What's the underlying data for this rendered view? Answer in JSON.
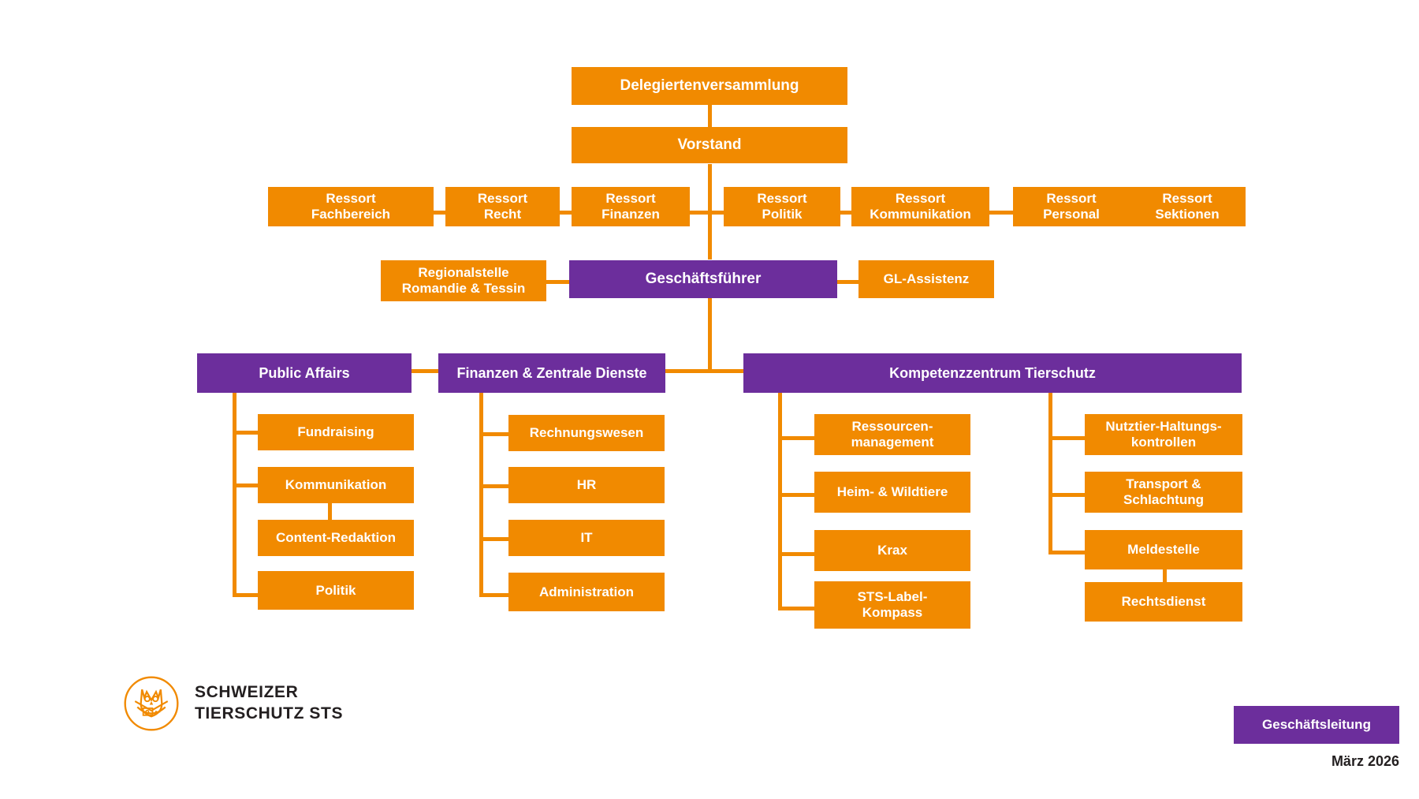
{
  "meta": {
    "title": "Schweizer Tierschutz STS — Organigramm",
    "date": "März 2026",
    "colors": {
      "orange": "#F18A00",
      "purple": "#6C2E9C",
      "text_dark": "#231f20"
    }
  },
  "logo": {
    "icon": "owl-logo-icon",
    "line1": "SCHWEIZER",
    "line2": "TIERSCHUTZ STS",
    "text": "SCHWEIZER\nTIERSCHUTZ STS"
  },
  "legend": {
    "geschaeftsleitung_label": "Geschäftsleitung",
    "date_label": "März 2026"
  },
  "nodes": {
    "delegiertenversammlung": "Delegiertenversammlung",
    "vorstand": "Vorstand",
    "geschaeftsfuehrer": "Geschäftsführer",
    "regionalstelle": "Regionalstelle\nRomandie & Tessin",
    "gl_assistenz": "GL-Assistenz"
  },
  "ressorts": [
    {
      "label": "Ressort\nFachbereich"
    },
    {
      "label": "Ressort\nRecht"
    },
    {
      "label": "Ressort\nFinanzen"
    },
    {
      "label": "Ressort\nPolitik"
    },
    {
      "label": "Ressort\nKommunikation"
    },
    {
      "label": "Ressort\nPersonal"
    },
    {
      "label": "Ressort\nSektionen"
    }
  ],
  "divisions": {
    "public_affairs": {
      "label": "Public Affairs",
      "children": [
        "Fundraising",
        "Kommunikation",
        "Content-Redaktion",
        "Politik"
      ]
    },
    "finanzen_zentrale_dienste": {
      "label": "Finanzen & Zentrale Dienste",
      "children": [
        "Rechnungswesen",
        "HR",
        "IT",
        "Administration"
      ]
    },
    "kompetenzzentrum_tierschutz": {
      "label": "Kompetenzzentrum Tierschutz",
      "children_left": [
        "Ressourcen-\nmanagement",
        "Heim- & Wildtiere",
        "Krax",
        "STS-Label-\nKompass"
      ],
      "children_right": [
        "Nutztier-Haltungs-\nkontrollen",
        "Transport &\nSchlachtung",
        "Meldestelle",
        "Rechtsdienst"
      ]
    }
  },
  "chart_data": {
    "type": "diagram",
    "diagram_type": "organizational-chart",
    "title": "Organigramm Schweizer Tierschutz STS",
    "date": "März 2026",
    "legend": [
      {
        "color": "#6C2E9C",
        "label": "Geschäftsleitung"
      }
    ],
    "levels": [
      {
        "level": 1,
        "nodes": [
          "Delegiertenversammlung"
        ]
      },
      {
        "level": 2,
        "nodes": [
          "Vorstand"
        ]
      },
      {
        "level": 3,
        "nodes": [
          "Ressort Fachbereich",
          "Ressort Recht",
          "Ressort Finanzen",
          "Ressort Politik",
          "Ressort Kommunikation",
          "Ressort Personal",
          "Ressort Sektionen"
        ]
      },
      {
        "level": 4,
        "nodes": [
          "Regionalstelle Romandie & Tessin",
          "Geschäftsführer",
          "GL-Assistenz"
        ]
      },
      {
        "level": 5,
        "nodes": [
          "Public Affairs",
          "Finanzen & Zentrale Dienste",
          "Kompetenzzentrum Tierschutz"
        ]
      },
      {
        "level": 6,
        "nodes": [
          "Fundraising",
          "Kommunikation",
          "Content-Redaktion",
          "Politik",
          "Rechnungswesen",
          "HR",
          "IT",
          "Administration",
          "Ressourcenmanagement",
          "Heim- & Wildtiere",
          "Krax",
          "STS-Label-Kompass",
          "Nutztier-Haltungskontrollen",
          "Transport & Schlachtung",
          "Meldestelle",
          "Rechtsdienst"
        ]
      }
    ]
  }
}
